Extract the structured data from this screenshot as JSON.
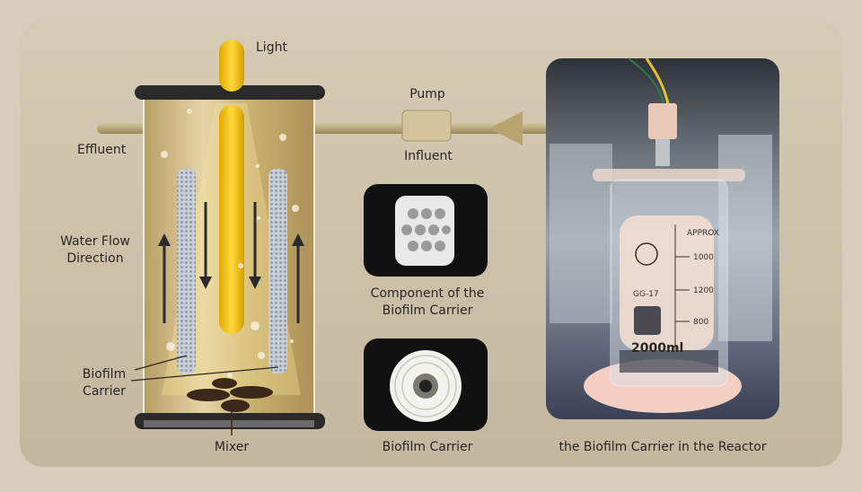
{
  "labels": {
    "light": "Light",
    "effluent": "Effluent",
    "pump": "Pump",
    "influent": "Influent",
    "water_flow_1": "Water Flow",
    "water_flow_2": "Direction",
    "biofilm_carrier_1": "Biofilm",
    "biofilm_carrier_2": "Carrier",
    "mixer": "Mixer",
    "component_1": "Component of the",
    "component_2": "Biofilm Carrier",
    "carrier": "Biofilm Carrier",
    "reactor_photo": "the Biofilm Carrier in the Reactor"
  },
  "photo_text": {
    "brand": "GG-17",
    "volume": "2000ml",
    "approx": "APPROX",
    "mark_1000": "1000",
    "mark_1200": "1200",
    "mark_800": "800"
  },
  "colors": {
    "panel": "#cdc1ab",
    "light": "#f4c21a",
    "liquid": "#c9ad70"
  }
}
